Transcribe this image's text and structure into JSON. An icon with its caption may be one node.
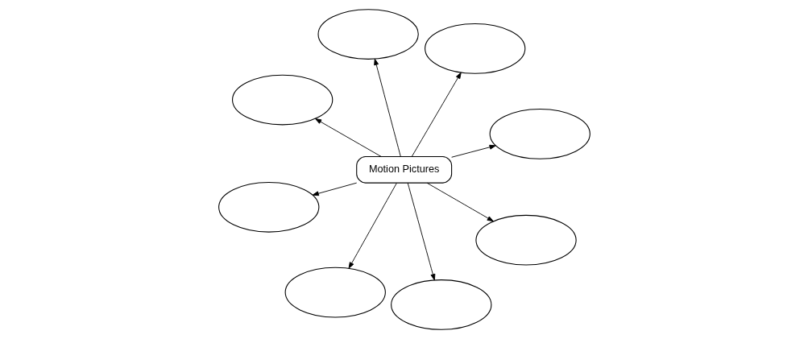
{
  "diagram": {
    "nodes": [
      {
        "text": [
          "Motion Pictures"
        ]
      },
      {
        "text": [],
        "shape": "ellipse"
      },
      {
        "text": [],
        "shape": "ellipse"
      },
      {
        "text": [],
        "shape": "ellipse"
      },
      {
        "text": [],
        "shape": "ellipse"
      },
      {
        "text": [],
        "shape": "ellipse"
      },
      {
        "text": [],
        "shape": "ellipse"
      },
      {
        "text": [],
        "shape": "ellipse"
      },
      {
        "text": [],
        "shape": "ellipse"
      }
    ],
    "edges": [
      {
        "from": 0,
        "to": 1,
        "arrow": "to"
      },
      {
        "from": 0,
        "to": 2,
        "arrow": "to"
      },
      {
        "from": 0,
        "to": 3,
        "arrow": "to"
      },
      {
        "from": 0,
        "to": 4,
        "arrow": "to"
      },
      {
        "from": 0,
        "to": 5,
        "arrow": "to"
      },
      {
        "from": 0,
        "to": 6,
        "arrow": "to"
      },
      {
        "from": 0,
        "to": 7,
        "arrow": "to"
      },
      {
        "from": 0,
        "to": 8,
        "arrow": "to"
      }
    ]
  }
}
